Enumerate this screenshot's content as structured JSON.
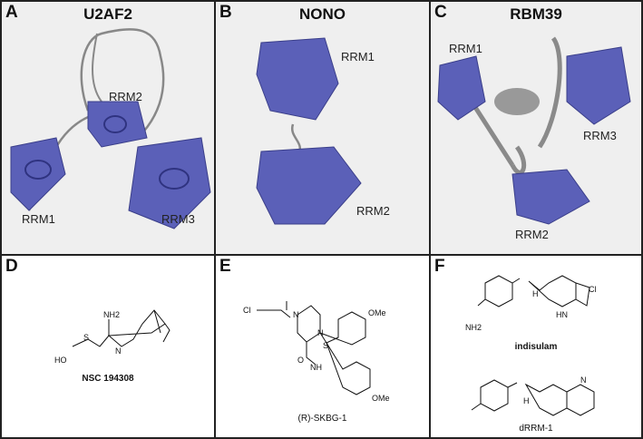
{
  "panels": [
    {
      "letter": "A",
      "title": "U2AF2",
      "labels": [
        "RRM1",
        "RRM2",
        "RRM3"
      ]
    },
    {
      "letter": "B",
      "title": "NONO",
      "labels": [
        "RRM1",
        "RRM2"
      ]
    },
    {
      "letter": "C",
      "title": "RBM39",
      "labels": [
        "RRM1",
        "RRM2",
        "RRM3"
      ]
    },
    {
      "letter": "D",
      "compound": "NSC 194308",
      "atoms": [
        "NH2",
        "HO",
        "S",
        "N"
      ]
    },
    {
      "letter": "E",
      "compound": "(R)-SKBG-1",
      "atoms": [
        "Cl",
        "OMe",
        "OMe",
        "N",
        "N",
        "S",
        "O",
        "NH"
      ]
    },
    {
      "letter": "F",
      "compounds": [
        "indisulam",
        "dRRM-1"
      ],
      "atoms": [
        "Cl",
        "HN",
        "NH2",
        "N",
        "H",
        "H"
      ]
    }
  ],
  "colors": {
    "ribbon": "#5b60b8",
    "loop": "#8a8a8a",
    "panel_bg": "#efefef"
  }
}
